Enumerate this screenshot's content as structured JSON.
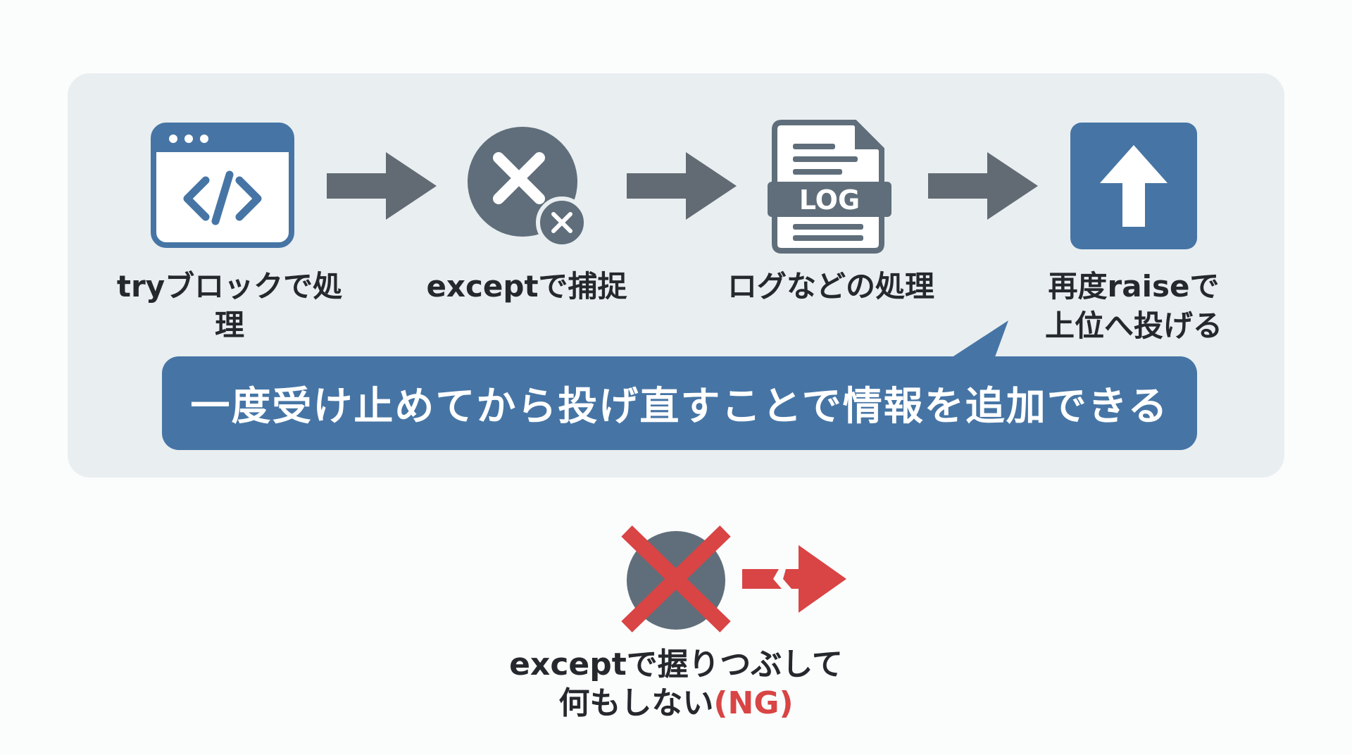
{
  "flow": {
    "steps": [
      {
        "icon": "code-window-icon",
        "label": "tryブロックで処理"
      },
      {
        "icon": "error-circle-icon",
        "label": "exceptで捕捉"
      },
      {
        "icon": "log-file-icon",
        "label": "ログなどの処理"
      },
      {
        "icon": "upload-arrow-icon",
        "label_line1": "再度raiseで",
        "label_line2": "上位へ投げる"
      }
    ],
    "log_badge": "LOG",
    "callout": "一度受け止めてから投げ直すことで情報を追加できる"
  },
  "bad_example": {
    "icon": "crossed-circle-icon",
    "label_line1": "exceptで握りつぶして",
    "label_line2_main": "何もしない",
    "label_line2_mark": "(NG)"
  },
  "colors": {
    "panel": "#e9eef1",
    "primary_blue": "#4675a5",
    "slate_gray": "#5f6e7a",
    "arrow_gray": "#626b73",
    "ng_red": "#d94444"
  }
}
